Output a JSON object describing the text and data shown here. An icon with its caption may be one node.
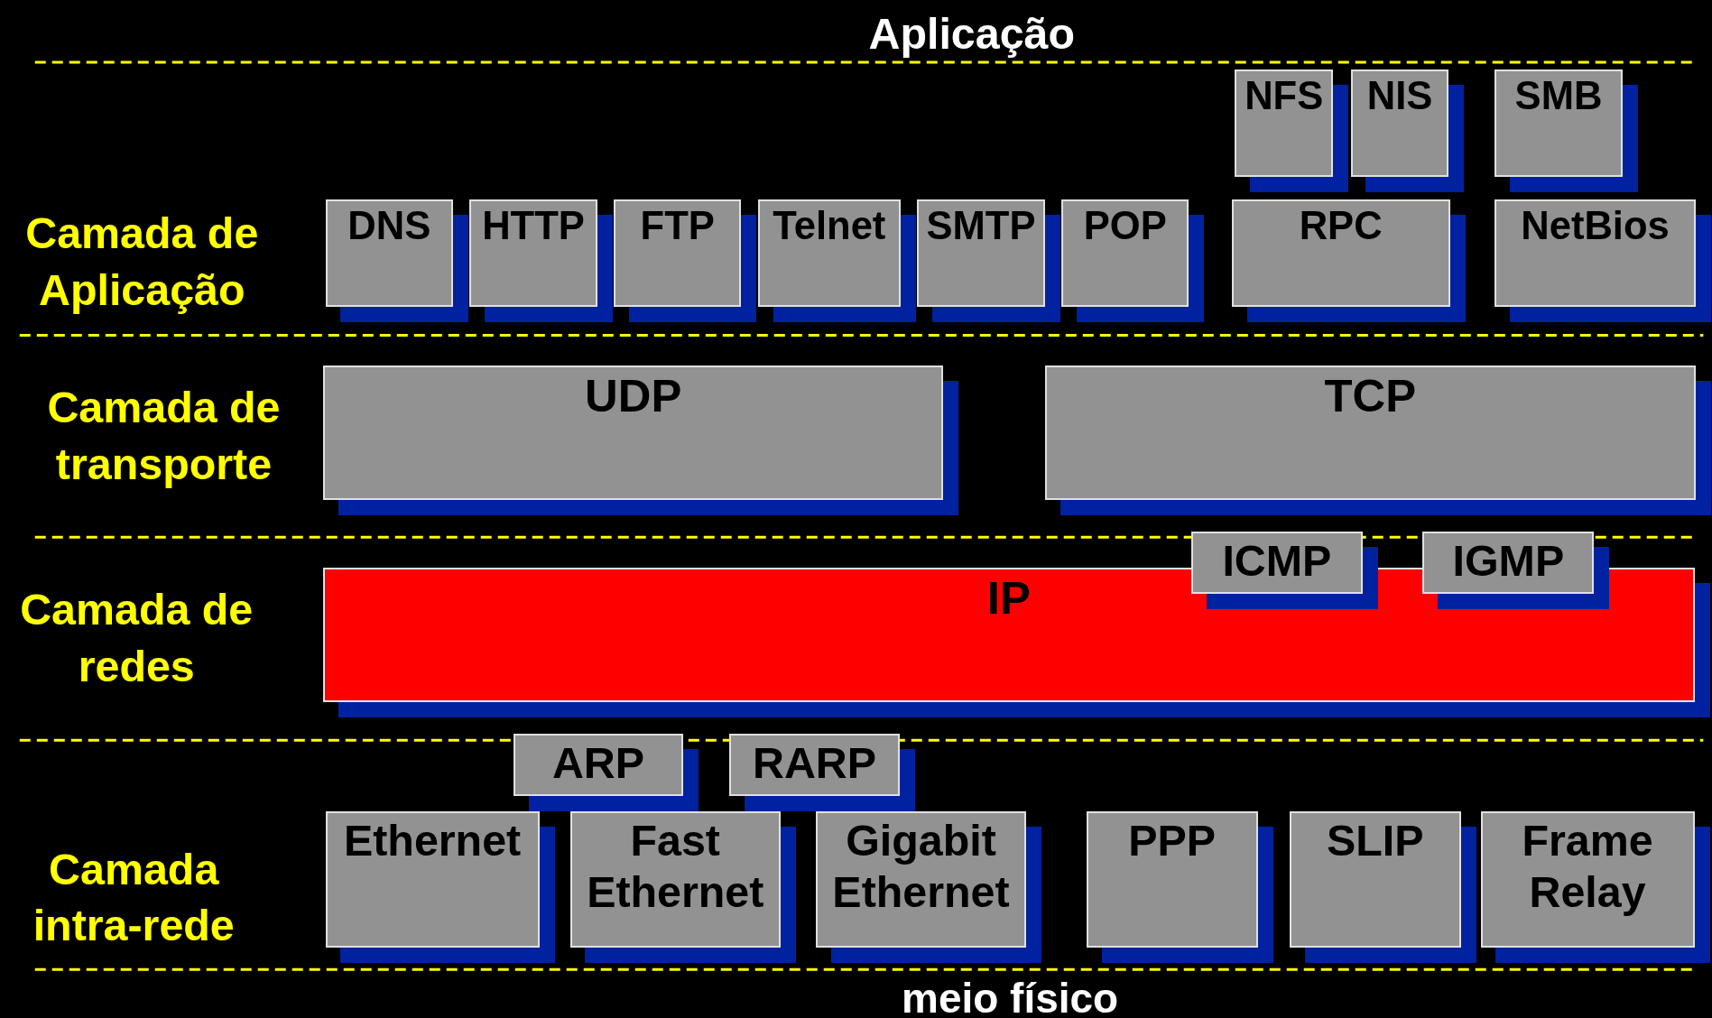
{
  "diagram": {
    "nodes": [
      {
        "text": [
          "NFS"
        ]
      },
      {
        "text": [
          "NIS"
        ]
      },
      {
        "text": [
          "SMB"
        ]
      },
      {
        "text": [
          "DNS"
        ]
      },
      {
        "text": [
          "HTTP"
        ]
      },
      {
        "text": [
          "FTP"
        ]
      },
      {
        "text": [
          "Telnet"
        ]
      },
      {
        "text": [
          "SMTP"
        ]
      },
      {
        "text": [
          "POP"
        ]
      },
      {
        "text": [
          "RPC"
        ]
      },
      {
        "text": [
          "NetBios"
        ]
      },
      {
        "text": [
          "UDP"
        ]
      },
      {
        "text": [
          "TCP"
        ]
      },
      {
        "text": [
          "IP"
        ]
      },
      {
        "text": [
          "ICMP"
        ]
      },
      {
        "text": [
          "IGMP"
        ]
      },
      {
        "text": [
          "ARP"
        ]
      },
      {
        "text": [
          "RARP"
        ]
      },
      {
        "text": [
          "Ethernet"
        ]
      },
      {
        "text": [
          "Fast Ethernet"
        ]
      },
      {
        "text": [
          "Gigabit Ethernet"
        ]
      },
      {
        "text": [
          "PPP"
        ]
      },
      {
        "text": [
          "SLIP"
        ]
      },
      {
        "text": [
          "Frame Relay"
        ]
      }
    ],
    "labels": [
      "Aplicação",
      "Camada de Aplicação",
      "Camada de transporte",
      "Camada de redes",
      "Camada intra-rede",
      "meio físico"
    ]
  }
}
